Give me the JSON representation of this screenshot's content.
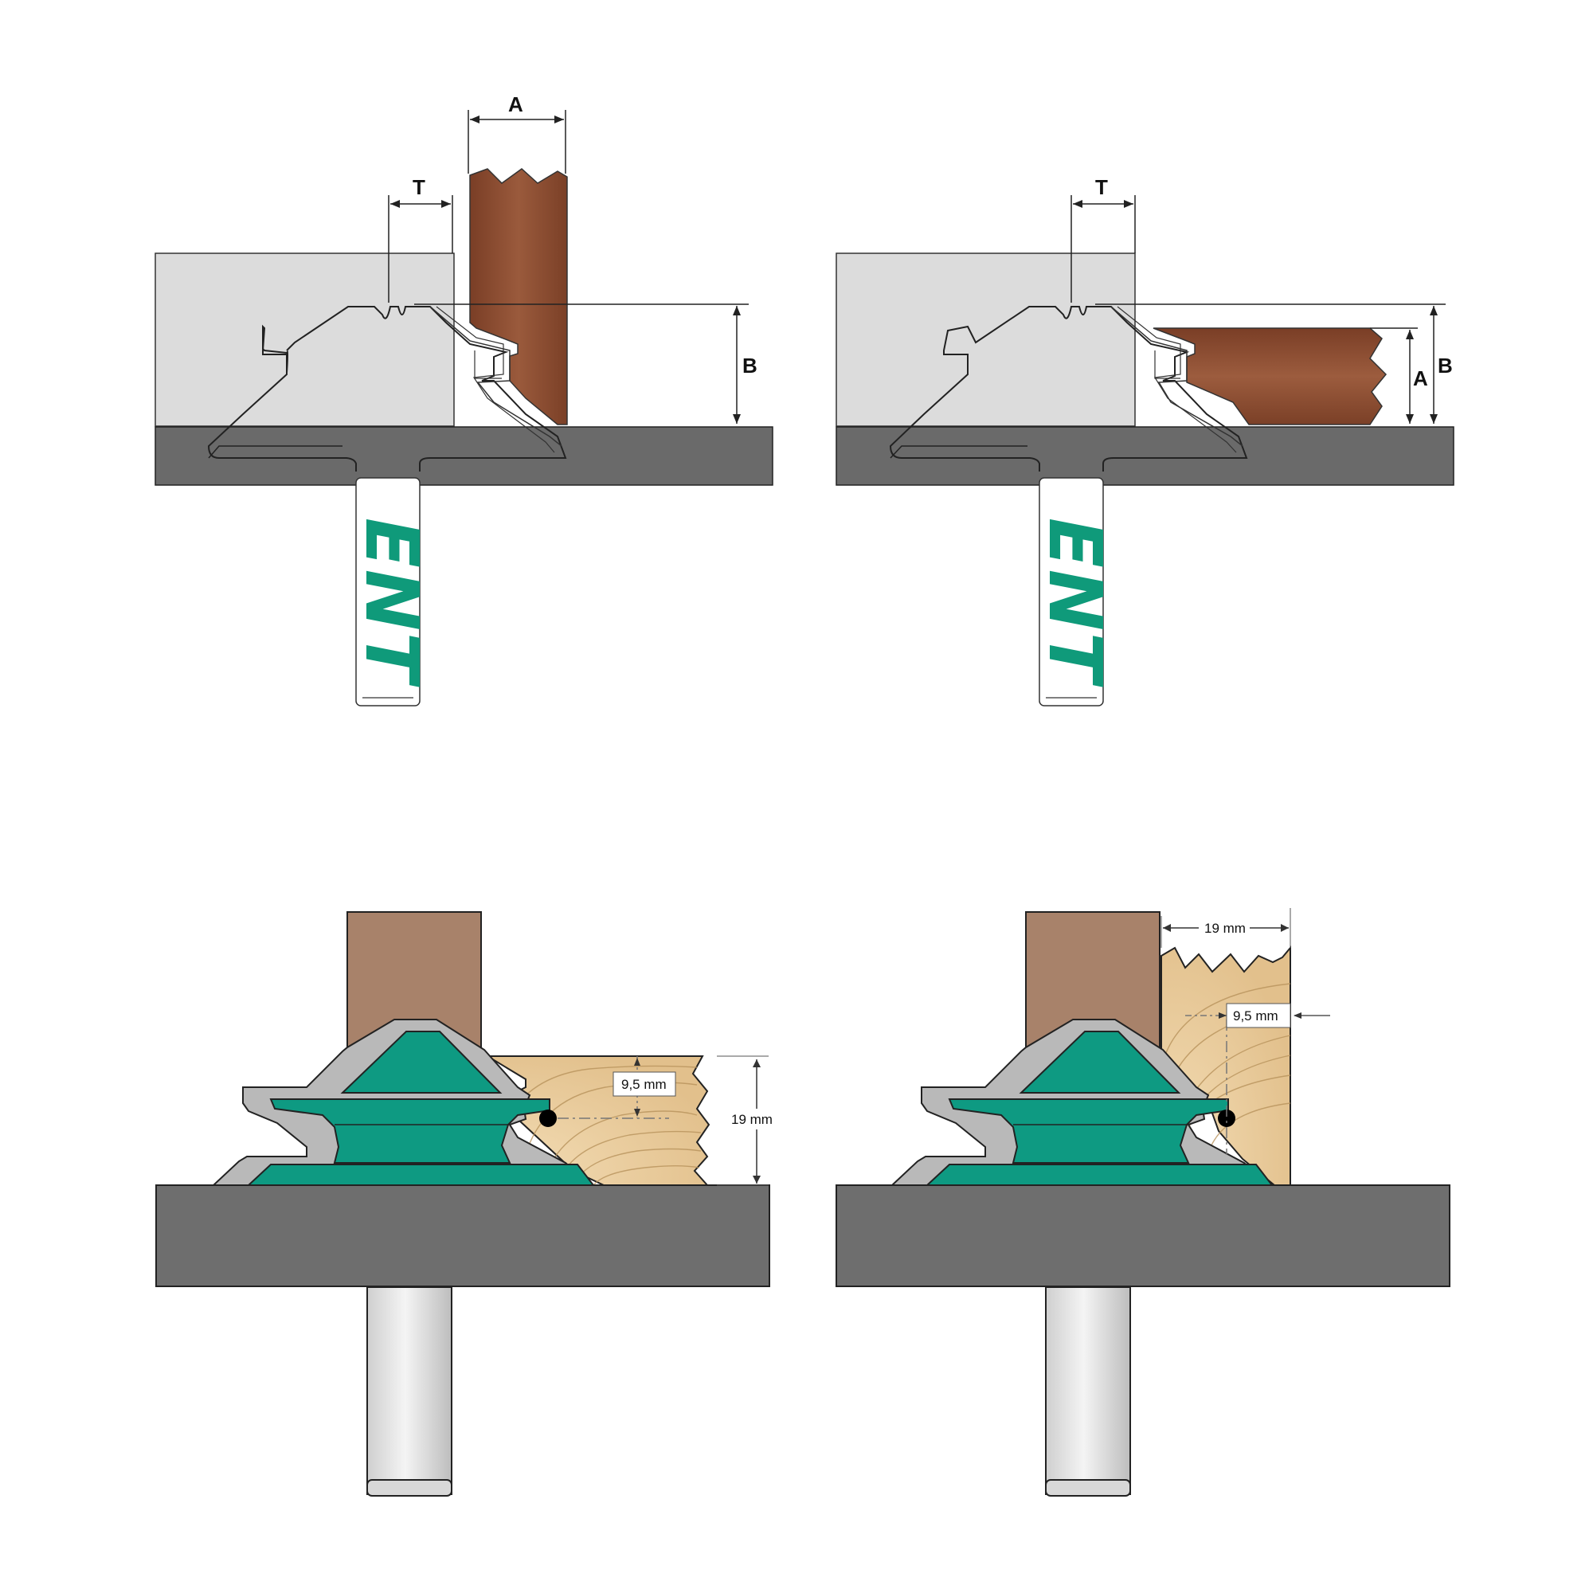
{
  "brand": {
    "logo_text": "ENT",
    "logo_color": "#0f9a7a"
  },
  "colors": {
    "table": "#6e6e6e",
    "fence": "#d9d9d9",
    "walnut": "#8a4a30",
    "pine": "#e8c99a",
    "brown_block": "#a8826a",
    "cutter_green": "#0e9a82",
    "shank": "#e3e3e3"
  },
  "diagrams": [
    {
      "id": "top-left",
      "labels": {
        "thickness": "T",
        "width": "A",
        "height": "B"
      }
    },
    {
      "id": "top-right",
      "labels": {
        "thickness": "T",
        "width": "A",
        "height": "B"
      }
    },
    {
      "id": "bottom-left",
      "labels": {
        "offset": "9,5 mm",
        "stock": "19 mm"
      }
    },
    {
      "id": "bottom-right",
      "labels": {
        "offset": "9,5 mm",
        "stock": "19 mm"
      }
    }
  ]
}
